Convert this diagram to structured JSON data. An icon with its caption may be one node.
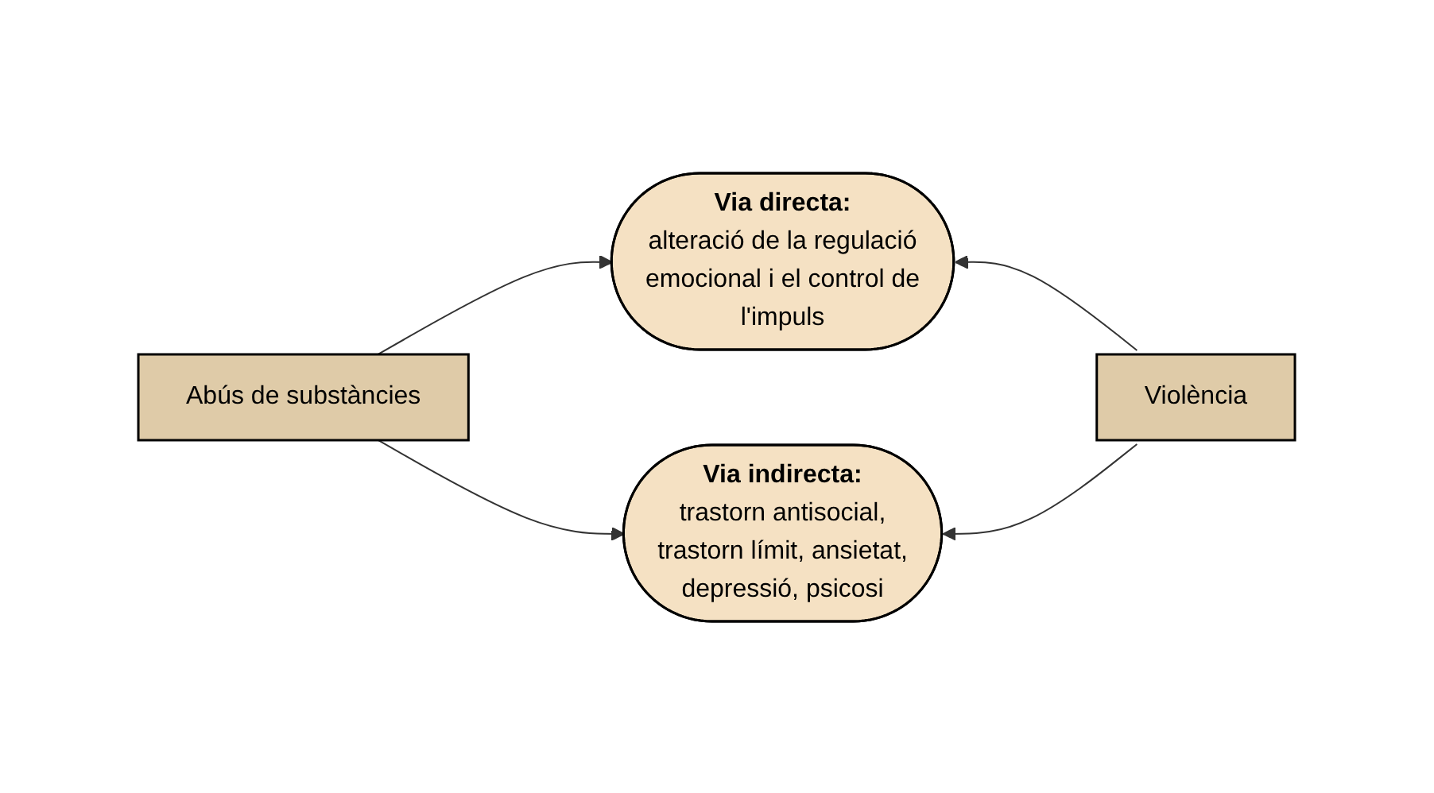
{
  "diagram": {
    "nodes": [
      {
        "text": [
          "Abús de substàncies"
        ]
      },
      {
        "text": [
          "Via directa:",
          "alteració de la regulació emocional i el control de l'impuls"
        ]
      },
      {
        "text": [
          "Via indirecta:",
          "trastorn antisocial, trastorn límit, ansietat, depressió, psicosi"
        ]
      },
      {
        "text": [
          "Violència"
        ]
      }
    ],
    "edges": [
      {
        "from": 0,
        "to": 1,
        "arrow": "to"
      },
      {
        "from": 0,
        "to": 2,
        "arrow": "to"
      },
      {
        "from": 3,
        "to": 1,
        "arrow": "to"
      },
      {
        "from": 3,
        "to": 2,
        "arrow": "to"
      }
    ]
  }
}
